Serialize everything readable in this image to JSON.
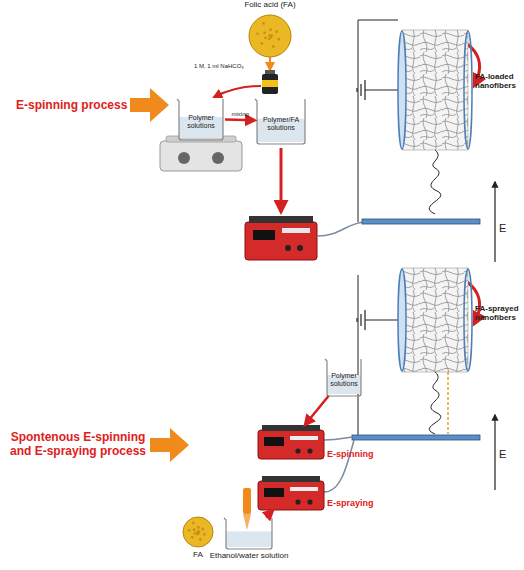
{
  "diagram": {
    "nodes": [
      {
        "text": [
          "Folic acid (FA)"
        ]
      },
      {
        "text": [
          "Polymer solutions"
        ]
      },
      {
        "text": [
          "Polymer/FA solutions"
        ]
      },
      {
        "text": [
          "FA-loaded nanofibers"
        ]
      },
      {
        "text": [
          "FA-sprayed nanofibers"
        ]
      },
      {
        "text": [
          "Polymer solutions"
        ]
      },
      {
        "text": [
          "E-spinning"
        ]
      },
      {
        "text": [
          "E-spraying"
        ]
      },
      {
        "text": [
          "FA"
        ]
      },
      {
        "text": [
          "Ethanol/water solution"
        ]
      }
    ],
    "edges": [
      {
        "from": 1,
        "to": 2,
        "arrow": "to",
        "label": "mixing"
      },
      {
        "from": 5,
        "to": 6,
        "arrow": "to"
      },
      {
        "from": 9,
        "to": 7,
        "arrow": "to"
      }
    ],
    "labels": [
      "1 M, 1 ml NaHCO₃",
      "E-spinning process",
      "E",
      "Spontenous E-spinning and E-spraying process",
      "E"
    ]
  }
}
